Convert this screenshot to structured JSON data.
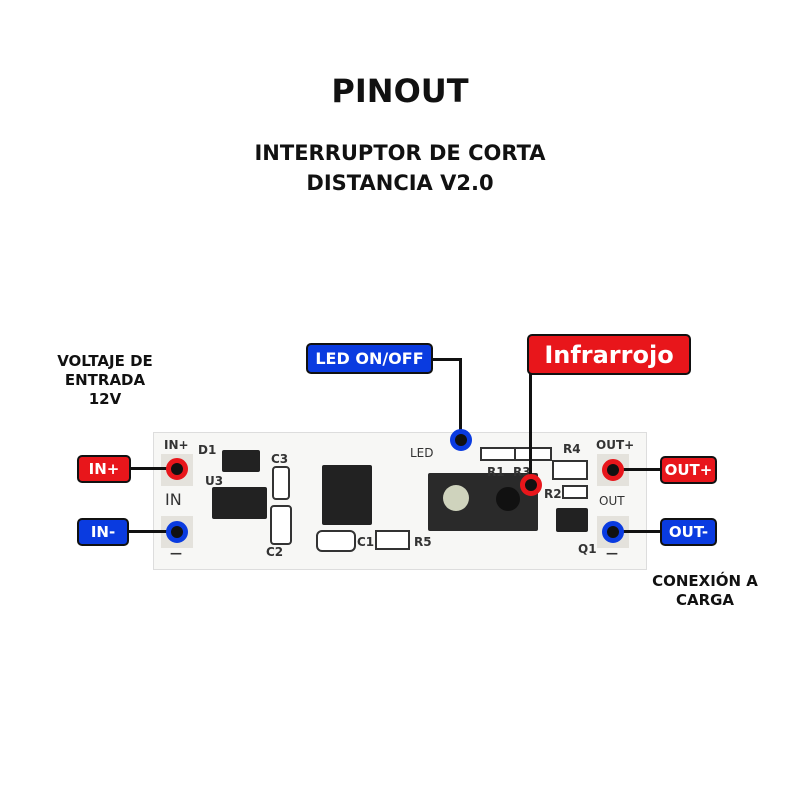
{
  "title": "PINOUT",
  "subtitle": [
    "INTERRUPTOR DE CORTA",
    "DISTANCIA V2.0"
  ],
  "input_note": [
    "VOLTAJE DE",
    "ENTRADA",
    "12V"
  ],
  "output_note": [
    "CONEXIÓN A",
    "CARGA"
  ],
  "tags": {
    "in_plus": "IN+",
    "in_minus": "IN-",
    "out_plus": "OUT+",
    "out_minus": "OUT-",
    "led": "LED ON/OFF",
    "ir": "Infrarrojo"
  },
  "silkscreen": {
    "in_plus": "IN+",
    "d1": "D1",
    "u3": "U3",
    "c3": "C3",
    "c2": "C2",
    "in": "IN",
    "in_minus": "—",
    "led": "LED",
    "r1": "R1",
    "r3": "R3",
    "r2": "R2",
    "r4": "R4",
    "out_plus": "OUT+",
    "out": "OUT",
    "q1": "Q1",
    "out_minus": "—",
    "c1": "C1",
    "r5": "R5"
  },
  "colors": {
    "positive": "#e8161b",
    "negative": "#0a3be0"
  }
}
